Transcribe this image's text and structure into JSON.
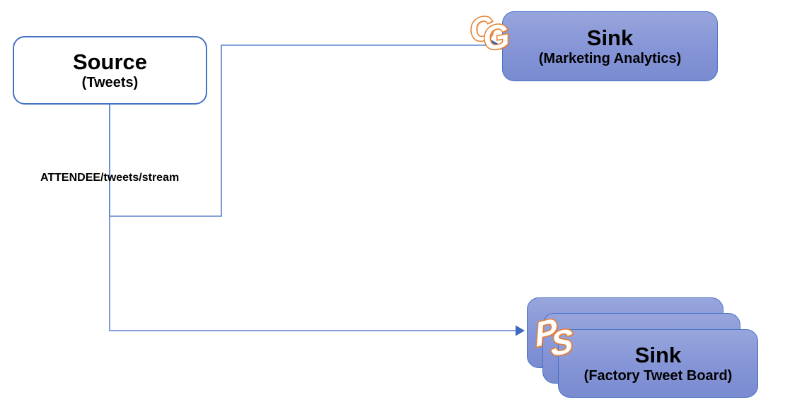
{
  "diagram": {
    "nodes": {
      "source": {
        "title": "Source",
        "subtitle": "(Tweets)"
      },
      "sink_marketing": {
        "title": "Sink",
        "subtitle": "(Marketing Analytics)",
        "logo_letters": [
          "C",
          "G"
        ]
      },
      "sink_factory": {
        "title": "Sink",
        "subtitle": "(Factory Tweet Board)",
        "logo_letters": [
          "P",
          "S"
        ],
        "stack_count": 3
      }
    },
    "edges": {
      "stream_label": "ATTENDEE/tweets/stream"
    },
    "colors": {
      "source_fill": "#ffffff",
      "sink_fill_top": "#98a5dd",
      "sink_fill_bottom": "#7a8bd0",
      "node_border": "#4472c4",
      "connector_line": "#5c82cb",
      "arrowhead": "#3c6ab8",
      "logo_orange": "#e87d2c",
      "text": "#000000"
    }
  }
}
